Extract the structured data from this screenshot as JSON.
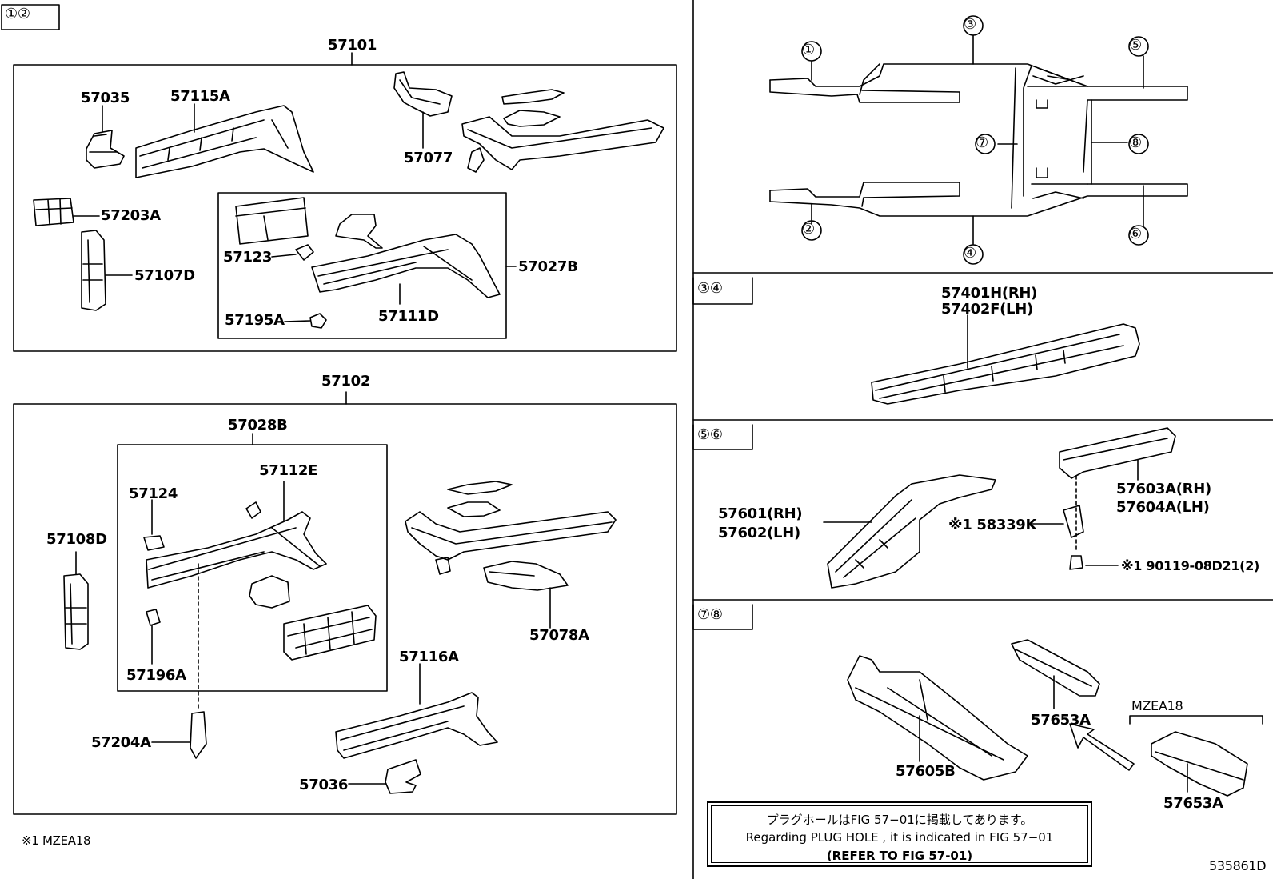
{
  "figure_ref": "535861D",
  "footnote": "※1 MZEA18",
  "left_panel": {
    "tag": "①②",
    "upper_group": {
      "assembly": "57101",
      "parts": [
        "57035",
        "57115A",
        "57077",
        "57203A",
        "57107D"
      ],
      "sub_assembly": "57027B",
      "sub_parts": [
        "57123",
        "57195A",
        "57111D"
      ]
    },
    "lower_group": {
      "assembly": "57102",
      "sub_assembly": "57028B",
      "sub_parts": [
        "57112E",
        "57124",
        "57196A"
      ],
      "parts": [
        "57108D",
        "57204A",
        "57078A",
        "57116A",
        "57036"
      ]
    }
  },
  "overview": {
    "markers": [
      "①",
      "②",
      "③",
      "④",
      "⑤",
      "⑥",
      "⑦",
      "⑧"
    ]
  },
  "panel_34": {
    "tag": "③④",
    "labels": [
      "57401H(RH)",
      "57402F(LH)"
    ]
  },
  "panel_56": {
    "tag": "⑤⑥",
    "labels": [
      "57601(RH)",
      "57602(LH)",
      "57603A(RH)",
      "57604A(LH)",
      "※1 58339K",
      "※1 90119-08D21(2)"
    ]
  },
  "panel_78": {
    "tag": "⑦⑧",
    "labels": [
      "57605B",
      "57653A",
      "57653A"
    ],
    "variant": "MZEA18"
  },
  "note": {
    "line1": "プラグホールはFIG 57−01に掲載してあります。",
    "line2": "Regarding PLUG HOLE , it is indicated in FIG 57−01",
    "line3": "(REFER TO FIG 57-01)"
  }
}
